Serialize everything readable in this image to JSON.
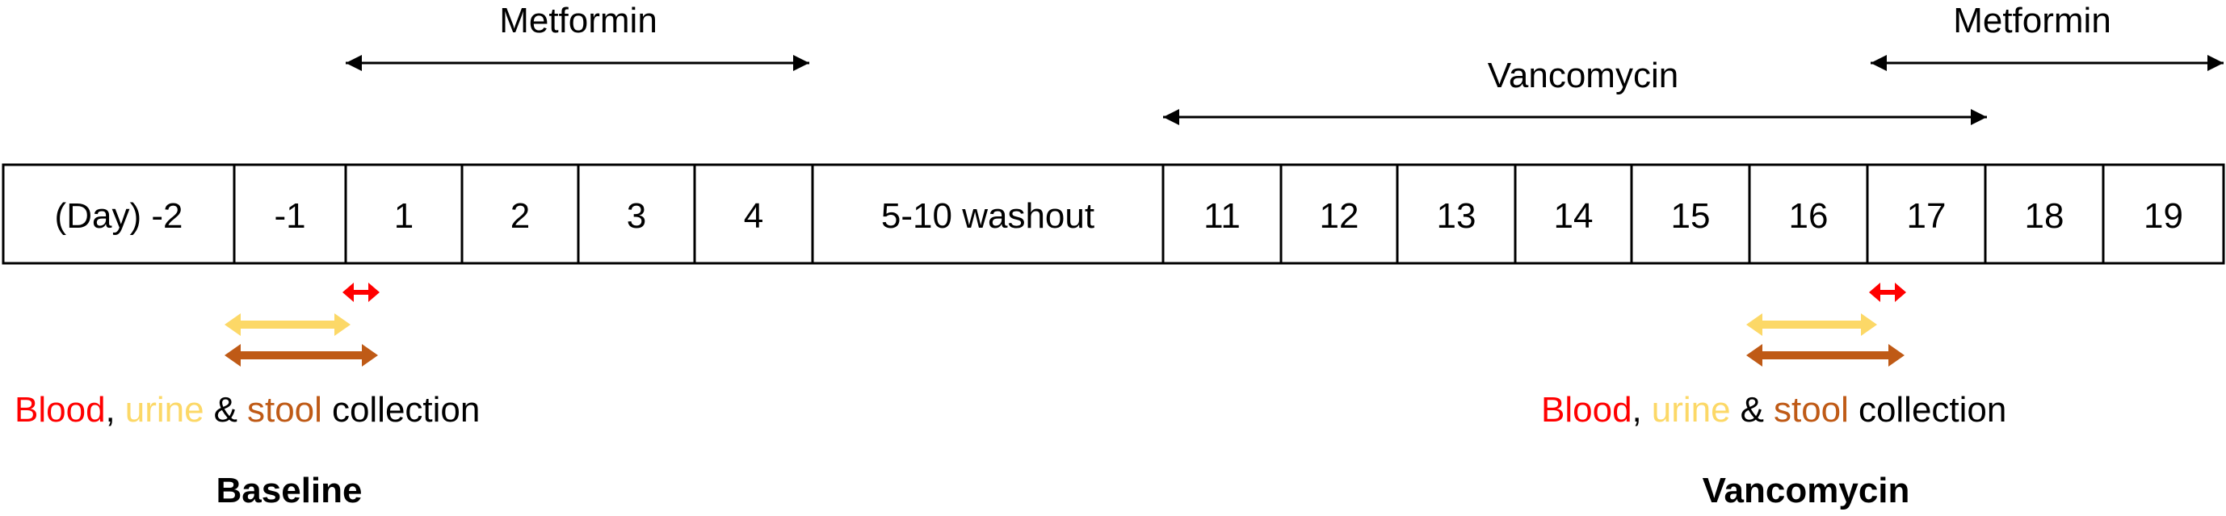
{
  "colors": {
    "blood": "#ff0000",
    "urine": "#fcd867",
    "stool": "#bf5a16",
    "baseline": "#1a9bf0",
    "vancomycin_phase": "#f27a73",
    "line": "#000000"
  },
  "treatments": {
    "metformin_1": "Metformin",
    "vancomycin": "Vancomycin",
    "metformin_2": "Metformin"
  },
  "timeline": {
    "cells": [
      "(Day) -2",
      "-1",
      "1",
      "2",
      "3",
      "4",
      "5-10 washout",
      "11",
      "12",
      "13",
      "14",
      "15",
      "16",
      "17",
      "18",
      "19"
    ]
  },
  "collection_left": {
    "blood": "Blood",
    "comma": ",",
    "urine": "urine",
    "amp": "&",
    "stool": "stool",
    "rest": "collection",
    "phase": "Baseline"
  },
  "collection_right": {
    "blood": "Blood",
    "comma": ",",
    "urine": "urine",
    "amp": "&",
    "stool": "stool",
    "rest": "collection",
    "phase": "Vancomycin"
  },
  "arrow_icons": {
    "double": "double-headed-arrow-icon"
  }
}
